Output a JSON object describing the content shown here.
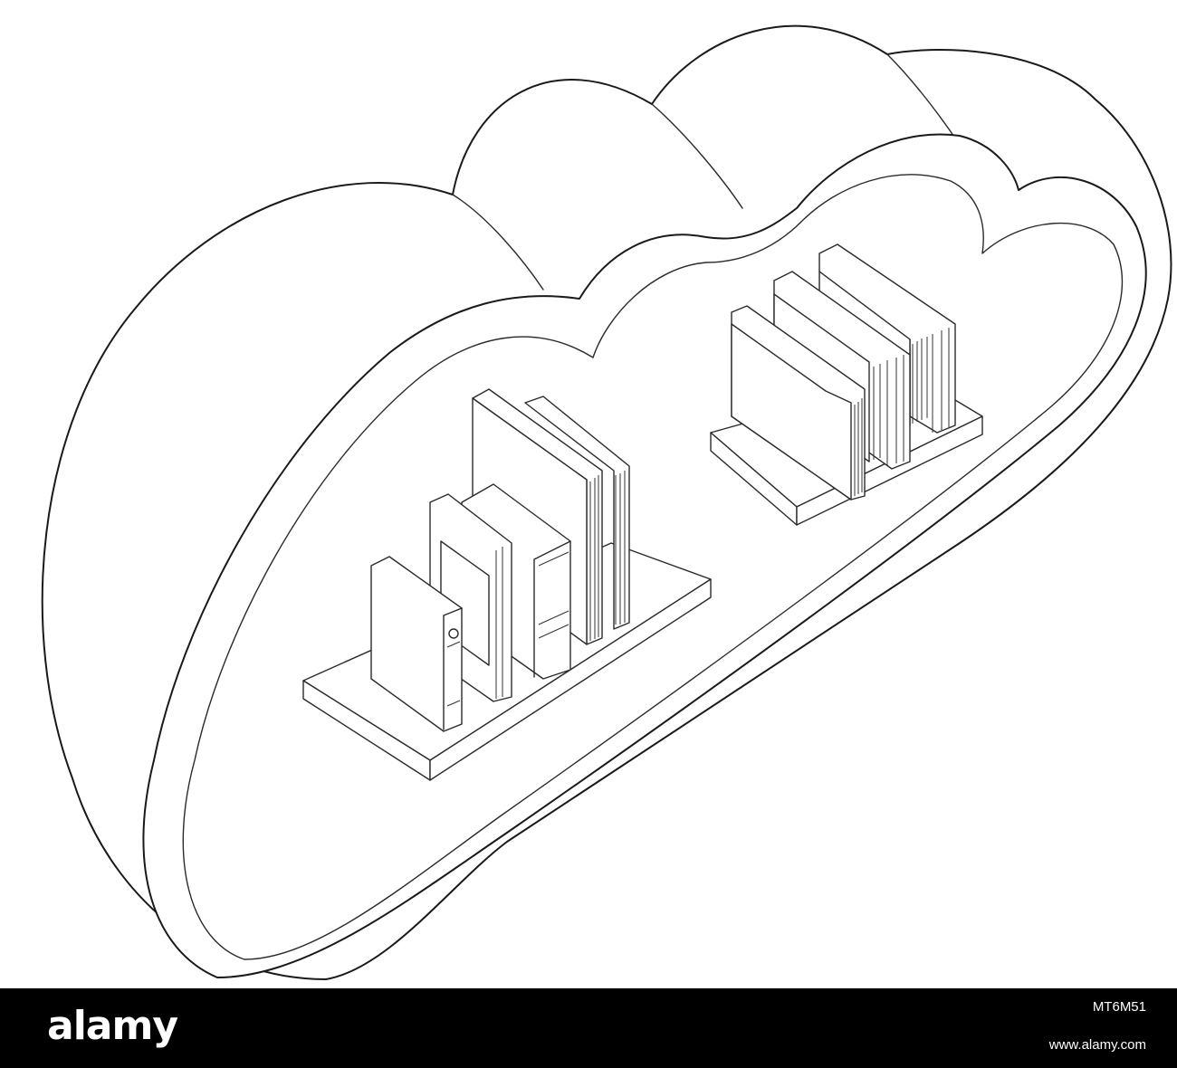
{
  "illustration": {
    "subject": "cloud-storage-bookshelf-sketch",
    "stroke_color": "#1a1a1a",
    "background_color": "#ffffff"
  },
  "watermark": {
    "logo_text": "alamy",
    "image_id": "MT6M51",
    "url": "www.alamy.com",
    "bar_color": "#000000",
    "text_color": "#ffffff"
  }
}
